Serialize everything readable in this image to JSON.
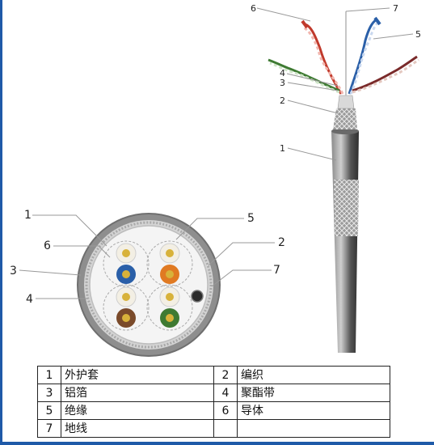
{
  "callouts": {
    "side": [
      "1",
      "2",
      "3",
      "4",
      "5",
      "6",
      "7"
    ],
    "section": [
      "1",
      "2",
      "3",
      "4",
      "5",
      "6",
      "7"
    ]
  },
  "legend": {
    "rows": [
      [
        {
          "num": "1",
          "text": "外护套"
        },
        {
          "num": "2",
          "text": "编织"
        }
      ],
      [
        {
          "num": "3",
          "text": "铝箔"
        },
        {
          "num": "4",
          "text": "聚酯带"
        }
      ],
      [
        {
          "num": "5",
          "text": "绝缘"
        },
        {
          "num": "6",
          "text": "导体"
        }
      ],
      [
        {
          "num": "7",
          "text": "地线"
        },
        {
          "num": "",
          "text": ""
        }
      ]
    ]
  },
  "colors": {
    "accent_bar": "#1f5aa8",
    "pair_blue": "#2a5fa8",
    "pair_orange": "#e07a22",
    "pair_brown": "#7a4a2a",
    "pair_green": "#3e7a32",
    "conductor": "#d8b23a",
    "jacket": "#8a8a8a"
  }
}
